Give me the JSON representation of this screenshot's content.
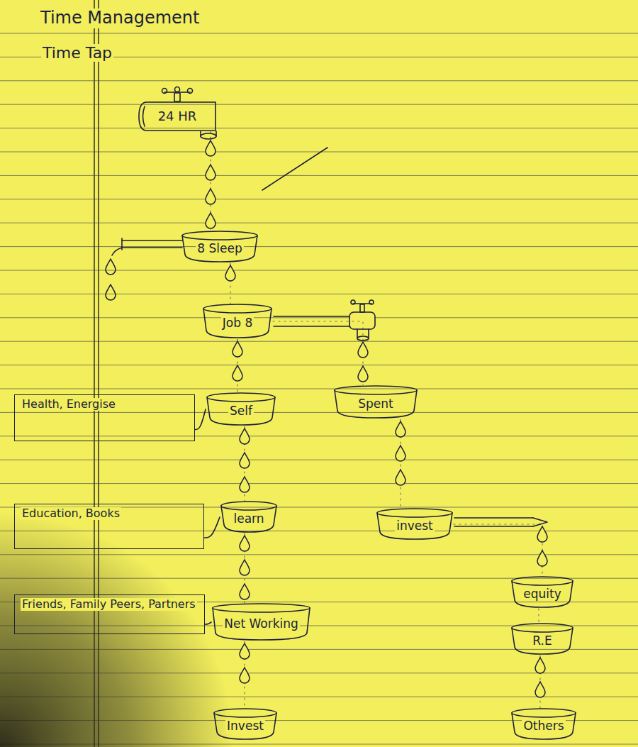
{
  "diagram": {
    "title": "Time Management",
    "nodes": [
      {
        "text": [
          "24 HR"
        ]
      },
      {
        "text": [
          "8 Sleep"
        ]
      },
      {
        "text": [
          "Job 8"
        ]
      },
      {
        "text": [
          "Spent"
        ]
      },
      {
        "text": [
          "Health, Energise"
        ]
      },
      {
        "text": [
          "Self"
        ]
      },
      {
        "text": [
          "Education, Books"
        ]
      },
      {
        "text": [
          "learn"
        ]
      },
      {
        "text": [
          "invest"
        ]
      },
      {
        "text": [
          "equity"
        ]
      },
      {
        "text": [
          "Friends, Family Peers, Partners"
        ]
      },
      {
        "text": [
          "Net Working"
        ]
      },
      {
        "text": [
          "R.E"
        ]
      },
      {
        "text": [
          "Invest"
        ]
      },
      {
        "text": [
          "Others"
        ]
      }
    ],
    "edges": [
      {
        "from": 0,
        "to": 1,
        "arrow": "none"
      },
      {
        "from": 1,
        "to": 2,
        "arrow": "none"
      },
      {
        "from": 2,
        "to": 5,
        "arrow": "none"
      },
      {
        "from": 5,
        "to": 7,
        "arrow": "none"
      },
      {
        "from": 7,
        "to": 11,
        "arrow": "none"
      },
      {
        "from": 11,
        "to": 13,
        "arrow": "none"
      },
      {
        "from": 2,
        "to": 3,
        "arrow": "none"
      },
      {
        "from": 3,
        "to": 8,
        "arrow": "none"
      },
      {
        "from": 8,
        "to": 9,
        "arrow": "none"
      },
      {
        "from": 9,
        "to": 12,
        "arrow": "none"
      },
      {
        "from": 12,
        "to": 14,
        "arrow": "none"
      },
      {
        "from": 4,
        "to": 5,
        "arrow": "none"
      },
      {
        "from": 6,
        "to": 7,
        "arrow": "none"
      },
      {
        "from": 10,
        "to": 11,
        "arrow": "none"
      }
    ],
    "labels": [
      "Time Tap"
    ]
  }
}
